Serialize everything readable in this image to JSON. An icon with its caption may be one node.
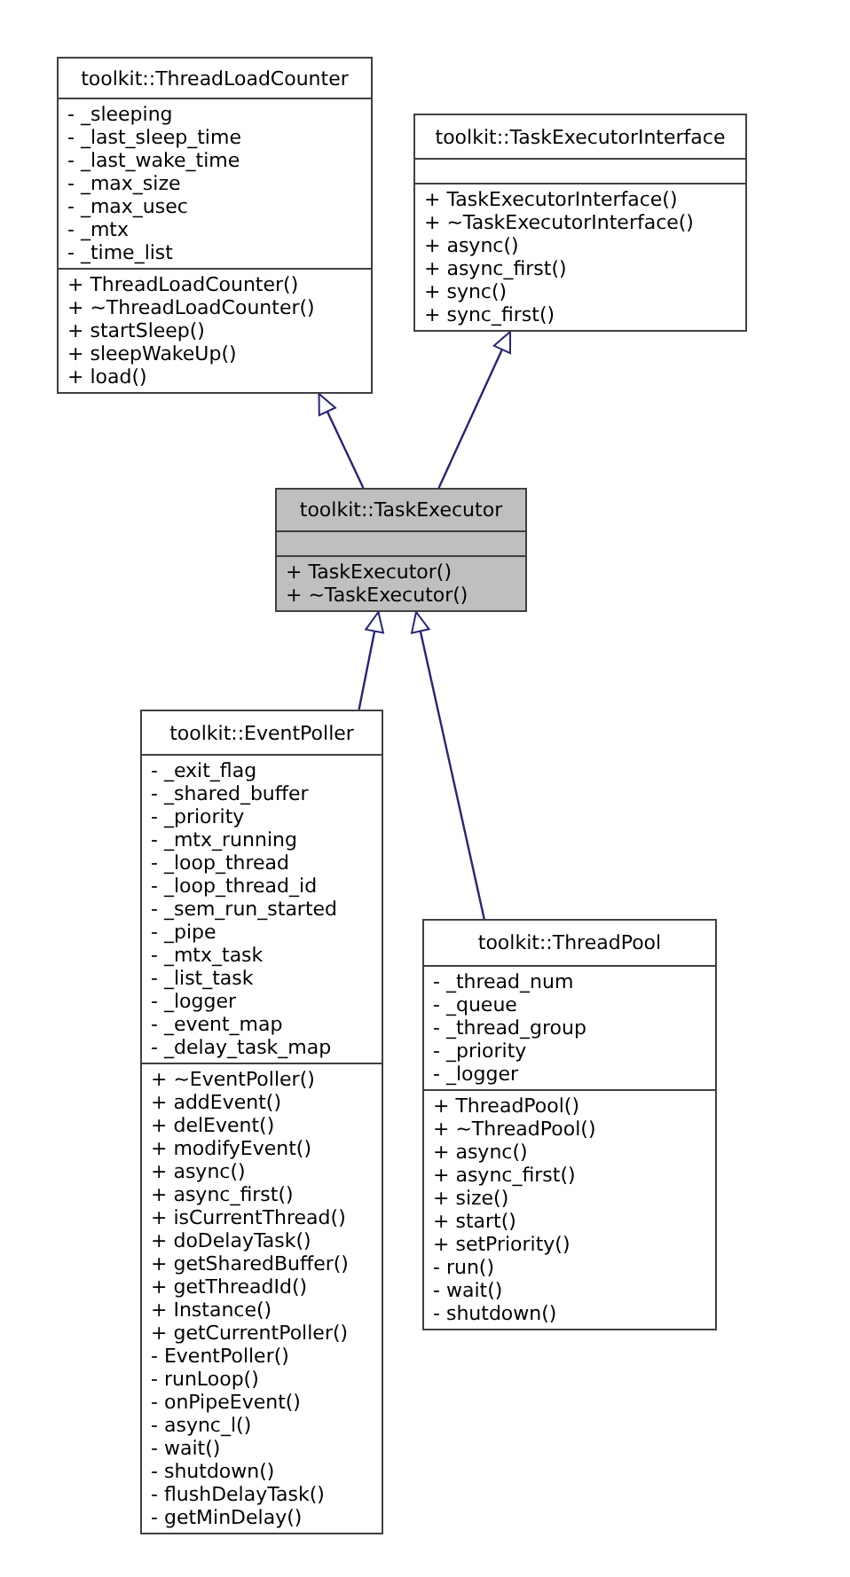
{
  "diagram": {
    "nodes": [
      {
        "text": [
          "toolkit::ThreadLoadCounter"
        ]
      },
      {
        "text": [
          "- _sleeping",
          "- _last_sleep_time",
          "- _last_wake_time",
          "- _max_size",
          "- _max_usec",
          "- _mtx",
          "- _time_list"
        ],
        "in": 0
      },
      {
        "text": [
          "+ ThreadLoadCounter()",
          "+ ~ThreadLoadCounter()",
          "+ startSleep()",
          "+ sleepWakeUp()",
          "+ load()"
        ],
        "in": 0
      },
      {
        "text": [
          "toolkit::TaskExecutorInterface"
        ]
      },
      {
        "text": [],
        "shape": "box",
        "in": 3
      },
      {
        "text": [
          "+ TaskExecutorInterface()",
          "+ ~TaskExecutorInterface()",
          "+ async()",
          "+ async_first()",
          "+ sync()",
          "+ sync_first()"
        ],
        "in": 3
      },
      {
        "text": [
          "toolkit::TaskExecutor"
        ]
      },
      {
        "text": [],
        "shape": "box",
        "in": 6
      },
      {
        "text": [
          "+ TaskExecutor()",
          "+ ~TaskExecutor()"
        ],
        "in": 6
      },
      {
        "text": [
          "toolkit::EventPoller"
        ]
      },
      {
        "text": [
          "- _exit_flag",
          "- _shared_buffer",
          "- _priority",
          "- _mtx_running",
          "- _loop_thread",
          "- _loop_thread_id",
          "- _sem_run_started",
          "- _pipe",
          "- _mtx_task",
          "- _list_task",
          "- _logger",
          "- _event_map",
          "- _delay_task_map"
        ],
        "in": 9
      },
      {
        "text": [
          "+ ~EventPoller()",
          "+ addEvent()",
          "+ delEvent()",
          "+ modifyEvent()",
          "+ async()",
          "+ async_first()",
          "+ isCurrentThread()",
          "+ doDelayTask()",
          "+ getSharedBuffer()",
          "+ getThreadId()",
          "+ Instance()",
          "+ getCurrentPoller()",
          "- EventPoller()",
          "- runLoop()",
          "- onPipeEvent()",
          "- async_l()",
          "- wait()",
          "- shutdown()",
          "- flushDelayTask()",
          "- getMinDelay()"
        ],
        "in": 9
      },
      {
        "text": [
          "toolkit::ThreadPool"
        ]
      },
      {
        "text": [
          "- _thread_num",
          "- _queue",
          "- _thread_group",
          "- _priority",
          "- _logger"
        ],
        "in": 12
      },
      {
        "text": [
          "+ ThreadPool()",
          "+ ~ThreadPool()",
          "+ async()",
          "+ async_first()",
          "+ size()",
          "+ start()",
          "+ setPriority()",
          "- run()",
          "- wait()",
          "- shutdown()"
        ],
        "in": 12
      }
    ],
    "edges": [
      {
        "from": 6,
        "to": 0,
        "arrow": "to"
      },
      {
        "from": 6,
        "to": 3,
        "arrow": "to"
      },
      {
        "from": 9,
        "to": 6,
        "arrow": "to"
      },
      {
        "from": 12,
        "to": 6,
        "arrow": "to"
      }
    ]
  }
}
